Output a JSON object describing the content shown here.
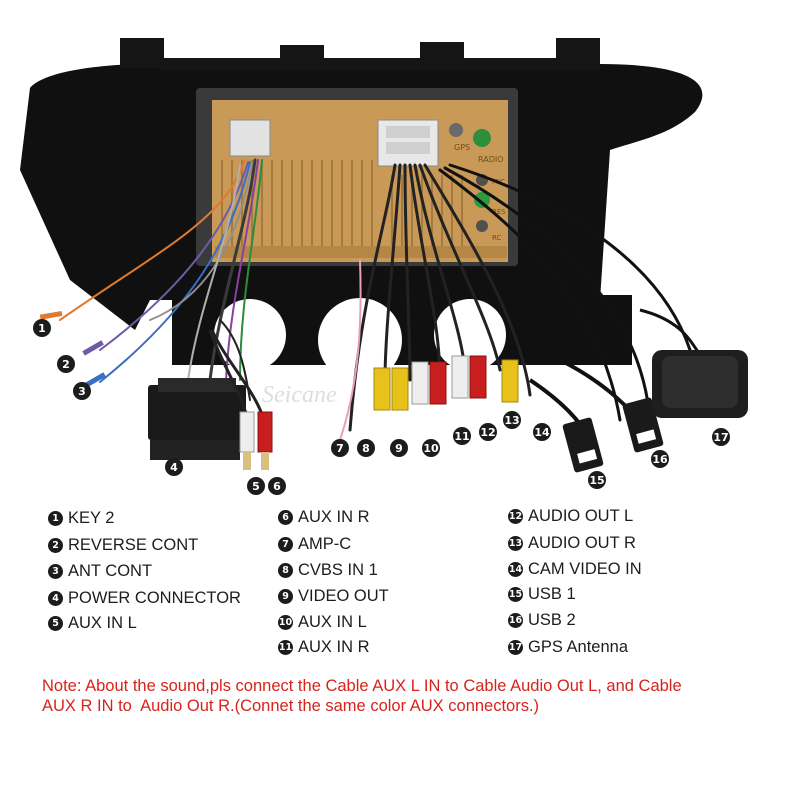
{
  "diagram": {
    "watermark": "Seicane",
    "unit_labels": {
      "gps": "GPS",
      "radio": "RADIO",
      "mic": "MIC",
      "res": "RES",
      "rc": "RC"
    },
    "callouts": [
      "1",
      "2",
      "3",
      "4",
      "5",
      "6",
      "7",
      "8",
      "9",
      "10",
      "11",
      "12",
      "13",
      "14",
      "15",
      "16",
      "17"
    ]
  },
  "legend": {
    "col1": [
      {
        "num": "1",
        "label": "KEY 2"
      },
      {
        "num": "2",
        "label": "REVERSE CONT"
      },
      {
        "num": "3",
        "label": "ANT CONT"
      },
      {
        "num": "4",
        "label": "POWER CONNECTOR"
      },
      {
        "num": "5",
        "label": "AUX IN L"
      }
    ],
    "col2": [
      {
        "num": "6",
        "label": "AUX IN R"
      },
      {
        "num": "7",
        "label": "AMP-C"
      },
      {
        "num": "8",
        "label": "CVBS IN 1"
      },
      {
        "num": "9",
        "label": "VIDEO OUT"
      },
      {
        "num": "10",
        "label": "AUX IN L"
      },
      {
        "num": "11",
        "label": "AUX IN R"
      }
    ],
    "col3": [
      {
        "num": "12",
        "label": "AUDIO OUT L"
      },
      {
        "num": "13",
        "label": "AUDIO OUT R"
      },
      {
        "num": "14",
        "label": "CAM VIDEO IN"
      },
      {
        "num": "15",
        "label": "USB 1"
      },
      {
        "num": "16",
        "label": "USB 2"
      },
      {
        "num": "17",
        "label": "GPS Antenna"
      }
    ]
  },
  "note": {
    "line1": "Note: About the sound,pls connect the Cable AUX L IN to Cable Audio Out L, and Cable",
    "line2": "AUX R IN to  Audio Out R.(Connet the same color AUX connectors.)"
  },
  "colors": {
    "note_red": "#d7231b",
    "bezel": "#111111",
    "unit_gold": "#c99a57",
    "rca_red": "#c81e1e",
    "rca_yellow": "#e8c21a",
    "rca_white": "#eeeeee"
  }
}
